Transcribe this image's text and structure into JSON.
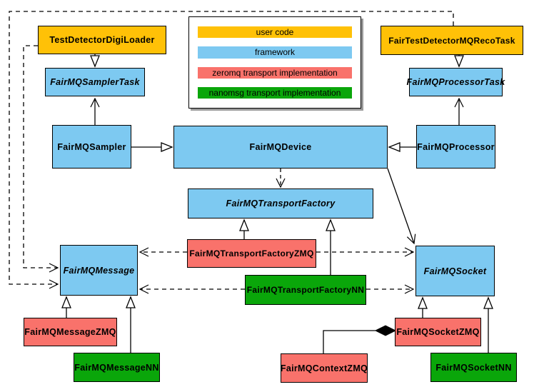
{
  "diagram": {
    "type": "uml-class-diagram",
    "colors": {
      "user": "#FFC107",
      "framework": "#7DC9F1",
      "zeromq": "#F9726B",
      "nanomsg": "#0AA60A"
    },
    "legend": {
      "items": [
        {
          "label": "user code",
          "category": "user"
        },
        {
          "label": "framework",
          "category": "framework"
        },
        {
          "label": "zeromq transport implementation",
          "category": "zeromq"
        },
        {
          "label": "nanomsg transport implementation",
          "category": "nanomsg"
        }
      ]
    },
    "nodes": {
      "testDetectorDigiLoader": {
        "label": "TestDetectorDigiLoader",
        "category": "user",
        "abstract": false
      },
      "fairTestDetectorMQRecoTask": {
        "label": "FairTestDetectorMQRecoTask",
        "category": "user",
        "abstract": false
      },
      "fairMQSamplerTask": {
        "label": "FairMQSamplerTask",
        "category": "framework",
        "abstract": true
      },
      "fairMQProcessorTask": {
        "label": "FairMQProcessorTask",
        "category": "framework",
        "abstract": true
      },
      "fairMQSampler": {
        "label": "FairMQSampler",
        "category": "framework",
        "abstract": false
      },
      "fairMQDevice": {
        "label": "FairMQDevice",
        "category": "framework",
        "abstract": false
      },
      "fairMQProcessor": {
        "label": "FairMQProcessor",
        "category": "framework",
        "abstract": false
      },
      "fairMQTransportFactory": {
        "label": "FairMQTransportFactory",
        "category": "framework",
        "abstract": true
      },
      "fairMQTransportFactoryZMQ": {
        "label": "FairMQTransportFactoryZMQ",
        "category": "zeromq",
        "abstract": false
      },
      "fairMQTransportFactoryNN": {
        "label": "FairMQTransportFactoryNN",
        "category": "nanomsg",
        "abstract": false
      },
      "fairMQMessage": {
        "label": "FairMQMessage",
        "category": "framework",
        "abstract": true
      },
      "fairMQSocket": {
        "label": "FairMQSocket",
        "category": "framework",
        "abstract": true
      },
      "fairMQMessageZMQ": {
        "label": "FairMQMessageZMQ",
        "category": "zeromq",
        "abstract": false
      },
      "fairMQMessageNN": {
        "label": "FairMQMessageNN",
        "category": "nanomsg",
        "abstract": false
      },
      "fairMQContextZMQ": {
        "label": "FairMQContextZMQ",
        "category": "zeromq",
        "abstract": false
      },
      "fairMQSocketZMQ": {
        "label": "FairMQSocketZMQ",
        "category": "zeromq",
        "abstract": false
      },
      "fairMQSocketNN": {
        "label": "FairMQSocketNN",
        "category": "nanomsg",
        "abstract": false
      }
    },
    "edges": [
      {
        "from": "TestDetectorDigiLoader",
        "to": "FairMQSamplerTask",
        "type": "inheritance"
      },
      {
        "from": "FairTestDetectorMQRecoTask",
        "to": "FairMQProcessorTask",
        "type": "inheritance"
      },
      {
        "from": "FairMQSampler",
        "to": "FairMQSamplerTask",
        "type": "association"
      },
      {
        "from": "FairMQProcessor",
        "to": "FairMQProcessorTask",
        "type": "association"
      },
      {
        "from": "FairMQSampler",
        "to": "FairMQDevice",
        "type": "inheritance"
      },
      {
        "from": "FairMQProcessor",
        "to": "FairMQDevice",
        "type": "inheritance"
      },
      {
        "from": "FairMQDevice",
        "to": "FairMQTransportFactory",
        "type": "dependency"
      },
      {
        "from": "FairMQDevice",
        "to": "FairMQSocket",
        "type": "association"
      },
      {
        "from": "FairMQTransportFactoryZMQ",
        "to": "FairMQTransportFactory",
        "type": "inheritance"
      },
      {
        "from": "FairMQTransportFactoryNN",
        "to": "FairMQTransportFactory",
        "type": "inheritance"
      },
      {
        "from": "FairMQTransportFactoryZMQ",
        "to": "FairMQMessage",
        "type": "dependency"
      },
      {
        "from": "FairMQTransportFactoryZMQ",
        "to": "FairMQSocket",
        "type": "dependency"
      },
      {
        "from": "FairMQTransportFactoryNN",
        "to": "FairMQMessage",
        "type": "dependency"
      },
      {
        "from": "FairMQTransportFactoryNN",
        "to": "FairMQSocket",
        "type": "dependency"
      },
      {
        "from": "TestDetectorDigiLoader",
        "to": "FairMQMessage",
        "type": "dependency"
      },
      {
        "from": "FairTestDetectorMQRecoTask",
        "to": "FairMQMessage",
        "type": "dependency"
      },
      {
        "from": "FairMQMessageZMQ",
        "to": "FairMQMessage",
        "type": "inheritance"
      },
      {
        "from": "FairMQMessageNN",
        "to": "FairMQMessage",
        "type": "inheritance"
      },
      {
        "from": "FairMQSocketZMQ",
        "to": "FairMQSocket",
        "type": "inheritance"
      },
      {
        "from": "FairMQSocketNN",
        "to": "FairMQSocket",
        "type": "inheritance"
      },
      {
        "from": "FairMQContextZMQ",
        "to": "FairMQSocketZMQ",
        "type": "composition"
      }
    ]
  }
}
